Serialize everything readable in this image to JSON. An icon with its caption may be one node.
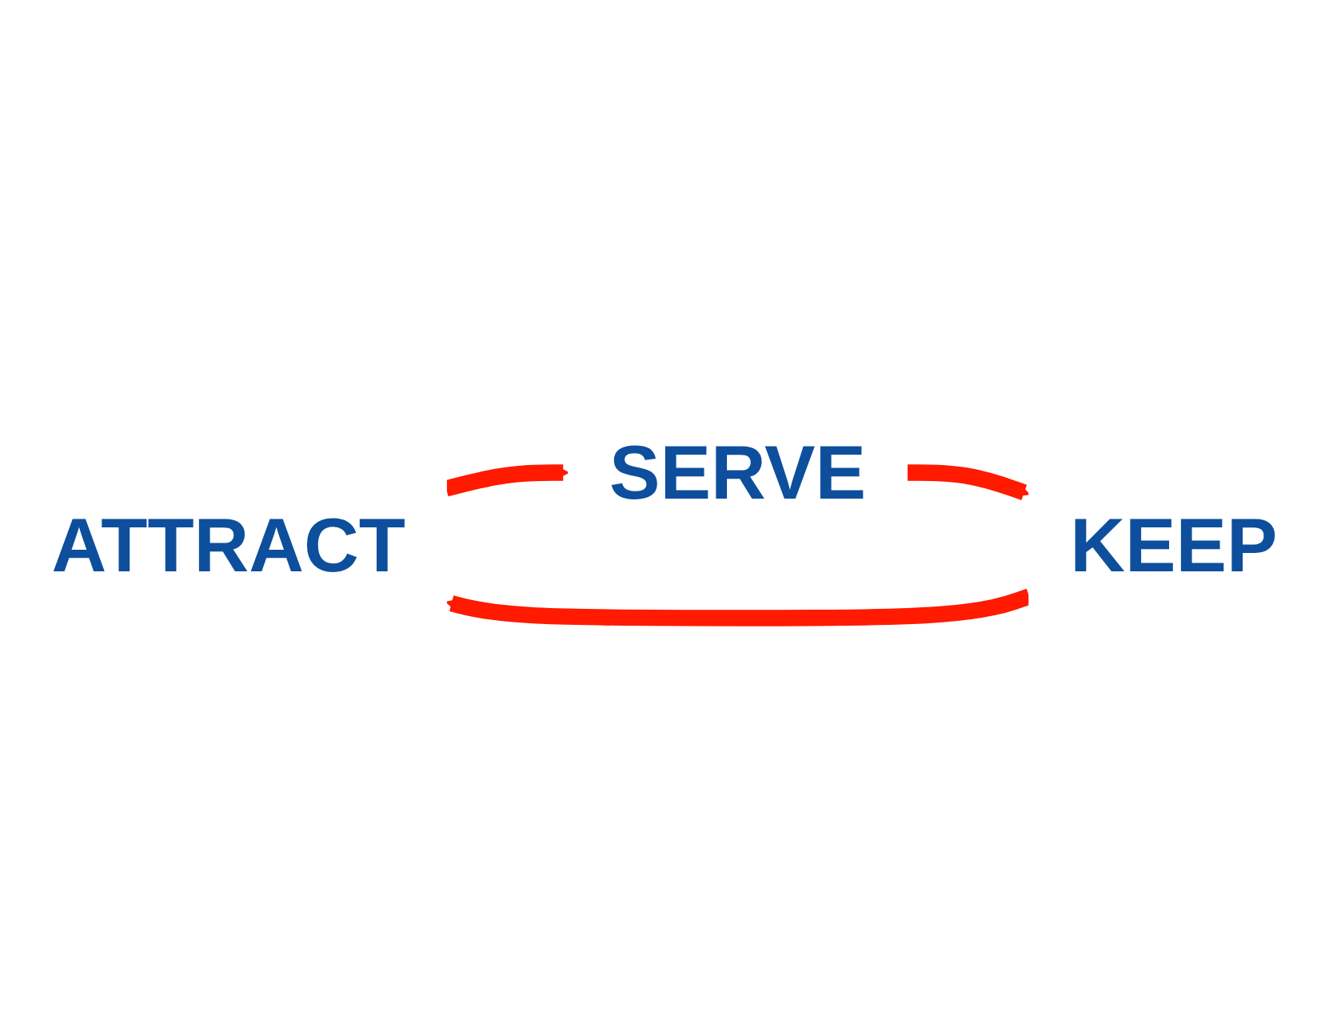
{
  "diagram": {
    "nodes": [
      {
        "text": [
          "ATTRACT"
        ]
      },
      {
        "text": [
          "SERVE"
        ]
      },
      {
        "text": [
          "KEEP"
        ]
      }
    ],
    "edges": [
      {
        "from": 0,
        "to": 1,
        "arrow": "to"
      },
      {
        "from": 1,
        "to": 2,
        "arrow": "to"
      },
      {
        "from": 2,
        "to": 0,
        "arrow": "to"
      }
    ]
  }
}
